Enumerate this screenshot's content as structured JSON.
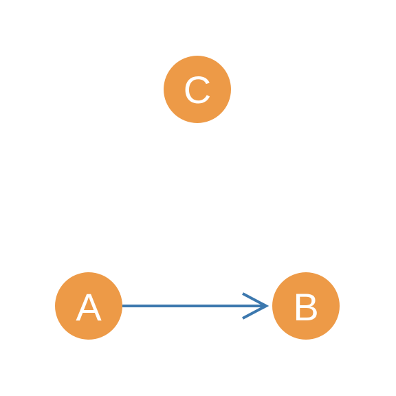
{
  "diagram": {
    "colors": {
      "node_fill": "#ED9A47",
      "node_text": "#FFFFFF",
      "edge": "#3C78AE",
      "background": "#FFFFFF"
    },
    "nodes": [
      {
        "id": "C",
        "label": "C"
      },
      {
        "id": "A",
        "label": "A"
      },
      {
        "id": "B",
        "label": "B"
      }
    ],
    "edges": [
      {
        "from": "A",
        "to": "B",
        "directed": true
      }
    ]
  }
}
